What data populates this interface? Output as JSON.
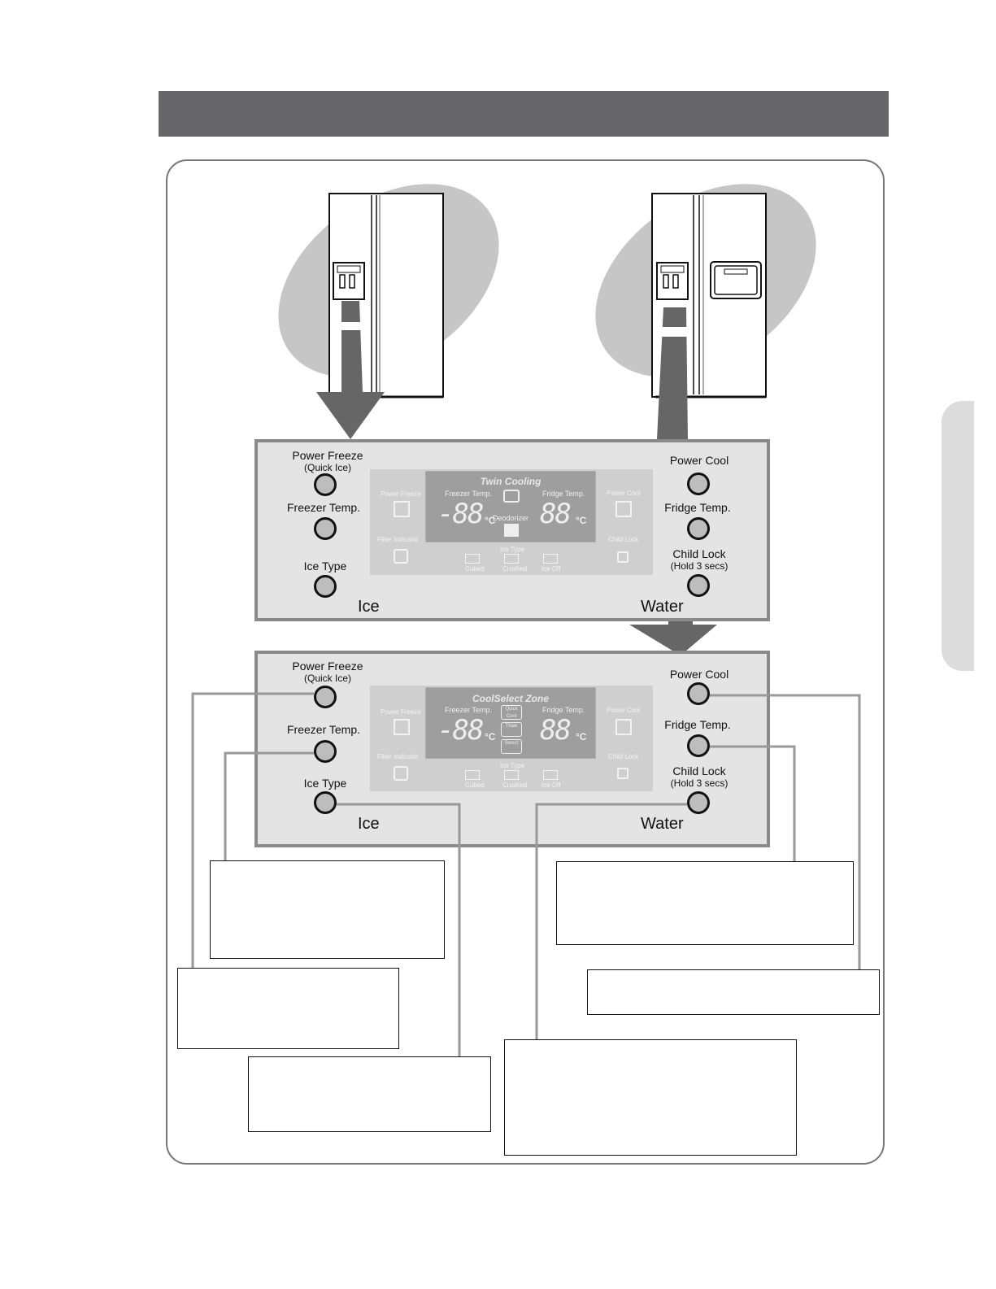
{
  "top_panel": {
    "display_title": "Twin Cooling",
    "left_buttons": [
      {
        "label": "Power Freeze",
        "sub": "(Quick Ice)"
      },
      {
        "label": "Freezer Temp.",
        "sub": ""
      },
      {
        "label": "Ice Type",
        "sub": ""
      }
    ],
    "right_buttons": [
      {
        "label": "Power Cool",
        "sub": ""
      },
      {
        "label": "Fridge Temp.",
        "sub": ""
      },
      {
        "label": "Child Lock",
        "sub": "(Hold 3 secs)"
      }
    ],
    "ice_label": "Ice",
    "water_label": "Water",
    "center_label": "Deodorizer"
  },
  "bottom_panel": {
    "display_title": "CoolSelect Zone",
    "left_buttons": [
      {
        "label": "Power Freeze",
        "sub": "(Quick Ice)"
      },
      {
        "label": "Freezer Temp.",
        "sub": ""
      },
      {
        "label": "Ice Type",
        "sub": ""
      }
    ],
    "right_buttons": [
      {
        "label": "Power Cool",
        "sub": ""
      },
      {
        "label": "Fridge Temp.",
        "sub": ""
      },
      {
        "label": "Child Lock",
        "sub": "(Hold 3 secs)"
      }
    ],
    "ice_label": "Ice",
    "water_label": "Water",
    "center_items": [
      "Quick Cool",
      "Thaw",
      "Select"
    ]
  },
  "display_common": {
    "freezer_temp": "Freezer Temp.",
    "fridge_temp": "Fridge Temp.",
    "segments": "-88",
    "segments_fridge": "88",
    "unit": "°C",
    "power_freeze": "Power Freeze",
    "power_cool": "Power Cool",
    "filter_indicator": "Filter Indicator",
    "child_lock": "Child Lock",
    "ice_type": "Ice Type",
    "ice_options": [
      "Cubed",
      "Crushed",
      "Ice Off"
    ]
  }
}
